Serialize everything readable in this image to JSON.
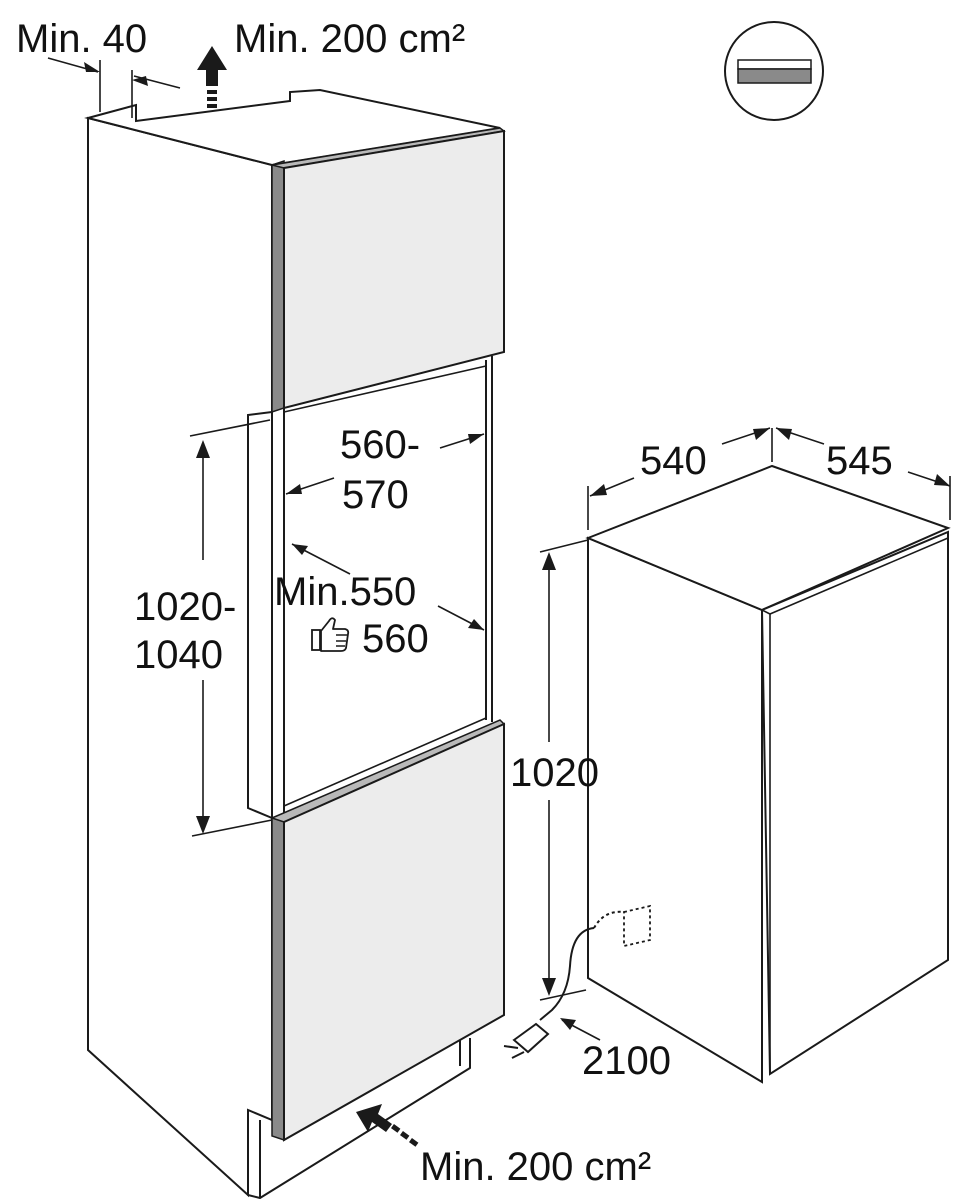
{
  "labels": {
    "vent_gap": "Min. 40",
    "vent_area_top": "Min. 200 cm²",
    "vent_area_bottom": "Min. 200 cm²",
    "niche_width_line1": "560-",
    "niche_width_line2": "570",
    "niche_height_line1": "1020-",
    "niche_height_line2": "1040",
    "niche_depth_min": "Min.550",
    "niche_depth_recommended": "560",
    "appliance_width": "540",
    "appliance_depth": "545",
    "appliance_height": "1020",
    "cable_length": "2100"
  },
  "icons": {
    "door_type_badge": "flat-door-icon",
    "recommended": "thumbs-up-icon",
    "airflow": "airflow-arrow-icon",
    "plug": "power-plug-icon",
    "socket": "wall-socket-icon"
  },
  "colors": {
    "line": "#1a1a1a",
    "panel_fill": "#ececec",
    "edge_dark": "#8a8a8a",
    "edge_mid": "#b9b9b9"
  }
}
